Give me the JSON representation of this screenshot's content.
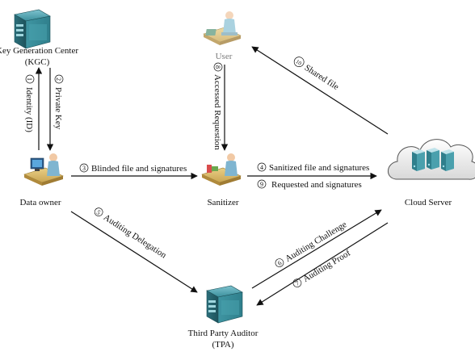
{
  "nodes": {
    "kgc": {
      "name_line1": "Key Generation Center",
      "name_line2": "(KGC)",
      "icon": "server-tower-icon"
    },
    "user": {
      "name": "User",
      "icon": "person-at-desk-icon"
    },
    "data_owner": {
      "name": "Data owner",
      "icon": "person-at-computer-icon"
    },
    "sanitizer": {
      "name": "Sanitizer",
      "icon": "person-at-desk-icon"
    },
    "cloud_server": {
      "name": "Cloud Server",
      "icon": "cloud-servers-icon"
    },
    "tpa": {
      "name_line1": "Third Party Auditor",
      "name_line2": "(TPA)",
      "icon": "server-tower-icon"
    }
  },
  "edges": {
    "e1": {
      "num": "1",
      "label": "Identity (ID)"
    },
    "e2": {
      "num": "2",
      "label": "Private Key"
    },
    "e3": {
      "num": "3",
      "label": "Blinded file and signatures"
    },
    "e4": {
      "num": "4",
      "label": "Sanitized file and signatures"
    },
    "e5": {
      "num": "5",
      "label": "Auditing Delegation"
    },
    "e6": {
      "num": "6",
      "label": "Auditing Challenge"
    },
    "e7": {
      "num": "7",
      "label": "Auditing Proof"
    },
    "e8": {
      "num": "8",
      "label": "Accessed Requestion"
    },
    "e9": {
      "num": "9",
      "label": "Requested and signatures"
    },
    "e10": {
      "num": "10",
      "label": "Shared file"
    }
  },
  "colors": {
    "arrow": "#111111",
    "server_teal": "#2f7f8c",
    "cloud_fill": "#f2f2f2",
    "user_label": "#7a7a7a"
  }
}
